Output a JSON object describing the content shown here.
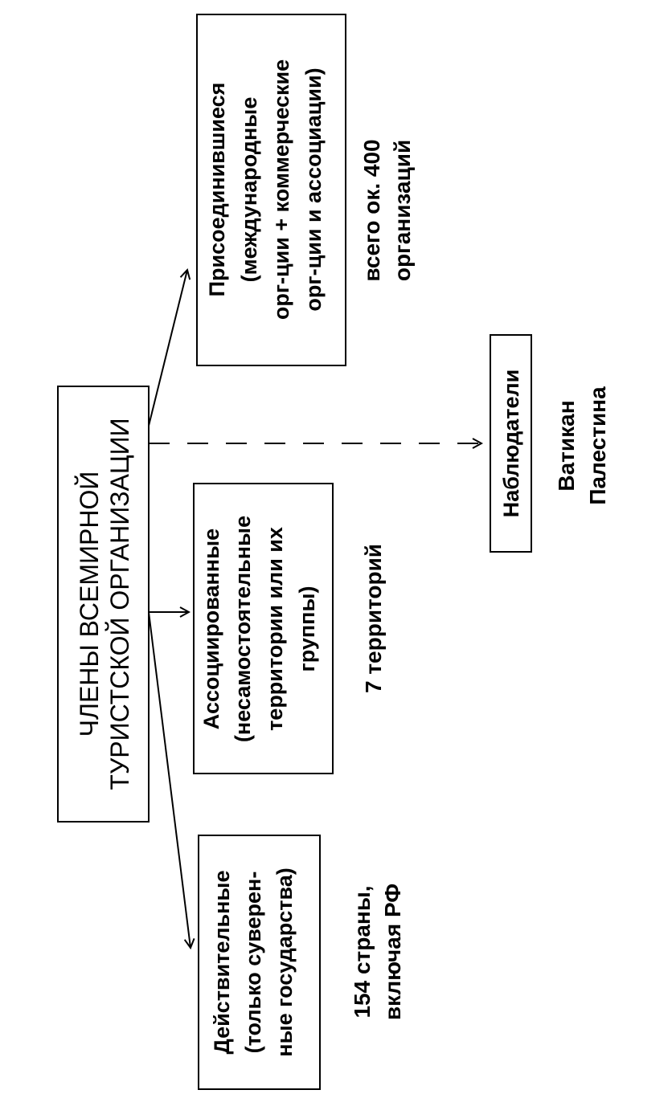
{
  "root": {
    "line1": "ЧЛЕНЫ  ВСЕМИРНОЙ",
    "line2": "ТУРИСТСКОЙ  ОРГАНИЗАЦИИ"
  },
  "members": {
    "full": {
      "lines": [
        "Действительные",
        "(только суверен-",
        "ные государства)"
      ],
      "count_lines": [
        "154 страны,",
        "включая РФ"
      ]
    },
    "associate": {
      "lines": [
        "Ассоциированные",
        "(несамостоятельные",
        "территории или их",
        "группы)"
      ],
      "count_lines": [
        "7 территорий"
      ]
    },
    "affiliate": {
      "lines": [
        "Присоединившиеся",
        "(международные",
        "орг-ции + коммерческие",
        "орг-ции и ассоциации)"
      ],
      "count_lines": [
        "всего ок. 400",
        "организаций"
      ]
    },
    "observers": {
      "lines": [
        "Наблюдатели"
      ],
      "count_lines": [
        "Ватикан",
        "Палестина"
      ]
    }
  },
  "colors": {
    "ink": "#000000",
    "background": "#ffffff"
  }
}
